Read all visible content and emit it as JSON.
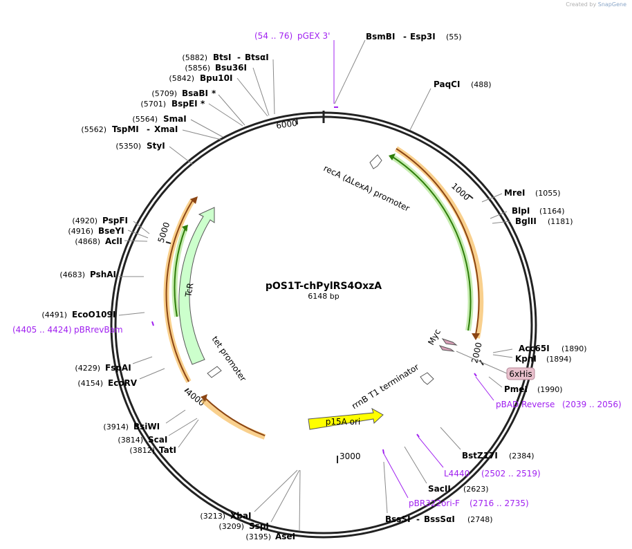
{
  "credit": {
    "prefix": "Created by",
    "brand": "SnapGene"
  },
  "plasmid": {
    "name": "pOS1T-chPylRS4OxzA",
    "size": "6148 bp",
    "length": 6148
  },
  "ticks": [
    {
      "pos": 1000,
      "label": "1000"
    },
    {
      "pos": 2000,
      "label": "2000"
    },
    {
      "pos": 3000,
      "label": "3000"
    },
    {
      "pos": 4000,
      "label": "4000"
    },
    {
      "pos": 5000,
      "label": "5000"
    },
    {
      "pos": 6000,
      "label": "6000"
    }
  ],
  "sites": [
    {
      "name": "BsmBI",
      "name2": "Esp3I",
      "pos": "(55)",
      "side": "right"
    },
    {
      "name": "PaqCI",
      "pos": "(488)",
      "side": "right"
    },
    {
      "name": "MreI",
      "pos": "(1055)",
      "side": "right"
    },
    {
      "name": "BlpI",
      "pos": "(1164)",
      "side": "right"
    },
    {
      "name": "BglII",
      "pos": "(1181)",
      "side": "right"
    },
    {
      "name": "Acc65I",
      "pos": "(1890)",
      "side": "right"
    },
    {
      "name": "KpnI",
      "pos": "(1894)",
      "side": "right"
    },
    {
      "name": "PmeI",
      "pos": "(1990)",
      "side": "right"
    },
    {
      "name": "BstZ17I",
      "pos": "(2384)",
      "side": "right"
    },
    {
      "name": "SacII",
      "pos": "(2623)",
      "side": "left"
    },
    {
      "name": "BssSI",
      "name2": "BssSαI",
      "pos": "(2748)",
      "side": "right"
    },
    {
      "name": "XbaI",
      "pos": "(3213)",
      "side": "left"
    },
    {
      "name": "SspI",
      "pos": "(3209)",
      "side": "left"
    },
    {
      "name": "AseI",
      "pos": "(3195)",
      "side": "left"
    },
    {
      "name": "BsiWI",
      "pos": "(3914)",
      "side": "left"
    },
    {
      "name": "ScaI",
      "pos": "(3814)",
      "side": "left"
    },
    {
      "name": "TatI",
      "pos": "(3812)",
      "side": "left"
    },
    {
      "name": "EcoRV",
      "pos": "(4154)",
      "side": "left"
    },
    {
      "name": "FspAI",
      "pos": "(4229)",
      "side": "left"
    },
    {
      "name": "EcoO109I",
      "pos": "(4491)",
      "side": "left"
    },
    {
      "name": "PshAI",
      "pos": "(4683)",
      "side": "left"
    },
    {
      "name": "AclI",
      "pos": "(4868)",
      "side": "left"
    },
    {
      "name": "BseYI",
      "pos": "(4916)",
      "side": "left"
    },
    {
      "name": "PspFI",
      "pos": "(4920)",
      "side": "left"
    },
    {
      "name": "StyI",
      "pos": "(5350)",
      "side": "left"
    },
    {
      "name": "TspMI",
      "name2": "XmaI",
      "pos": "(5562)",
      "side": "left"
    },
    {
      "name": "SmaI",
      "pos": "(5564)",
      "side": "left"
    },
    {
      "name": "BspEI",
      "star": "*",
      "pos": "(5701)",
      "side": "left"
    },
    {
      "name": "BsaBI",
      "star": "*",
      "pos": "(5709)",
      "side": "left"
    },
    {
      "name": "Bpu10I",
      "pos": "(5842)",
      "side": "left"
    },
    {
      "name": "Bsu36I",
      "pos": "(5856)",
      "side": "left"
    },
    {
      "name": "BtsI",
      "name2": "BtsαI",
      "pos": "(5882)",
      "side": "left"
    }
  ],
  "primers": [
    {
      "name": "pGEX 3'",
      "range": "(54 .. 76)"
    },
    {
      "name": "pBAD Reverse",
      "range": "(2039 .. 2056)"
    },
    {
      "name": "L4440",
      "range": "(2502 .. 2519)"
    },
    {
      "name": "pBR322ori-F",
      "range": "(2716 .. 2735)"
    },
    {
      "name": "pBRrevBam",
      "range": "(4405 .. 4424)"
    }
  ],
  "features": [
    {
      "name": "recA (ΔLexA) promoter"
    },
    {
      "name": "Myc"
    },
    {
      "name": "6xHis"
    },
    {
      "name": "rrnB T1 terminator"
    },
    {
      "name": "p15A ori"
    },
    {
      "name": "TcR"
    },
    {
      "name": "tet promoter"
    }
  ],
  "colors": {
    "backbone": "#222222",
    "primer": "#a020f0",
    "orf_orange": "#f5a623",
    "orf_inner": "#8b4513",
    "green_arrow": "#5a9e1a",
    "tcr_fill": "#ccffcc",
    "ori_fill": "#ffff00",
    "myc_fill": "#d9a0b8",
    "his_fill": "#e8c0cc"
  }
}
